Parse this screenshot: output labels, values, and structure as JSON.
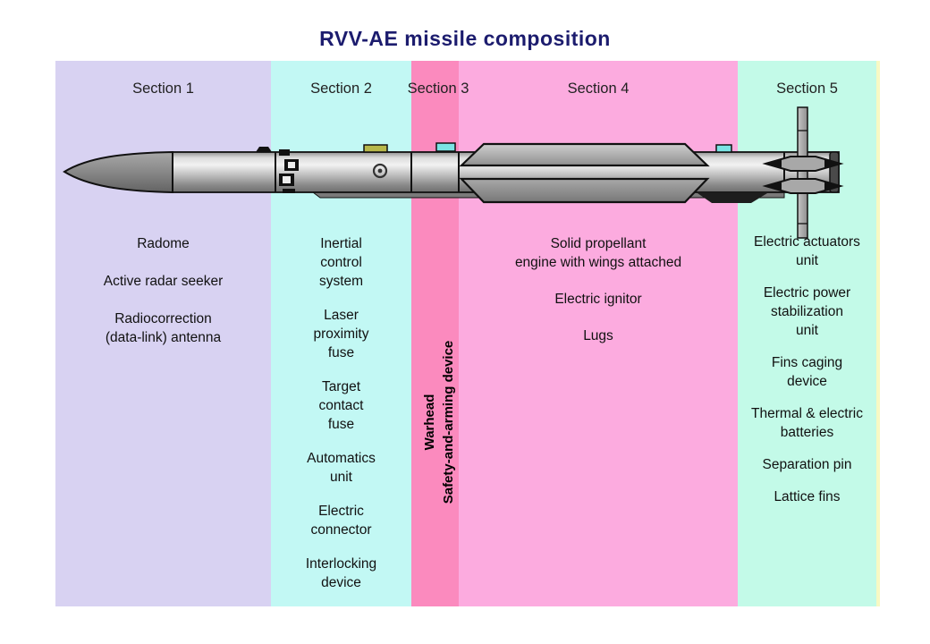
{
  "title": "RVV-AE missile composition",
  "colors": {
    "title_text": "#1c1c6e",
    "section1_band": "#d8d2f2",
    "section2_band": "#c2f8f4",
    "section3_band": "#fb8abe",
    "section4_band": "#fcabdf",
    "section5_band": "#c3fae8",
    "section5_edge_strip": "#f7f9c4",
    "body_text": "#111111",
    "missile_gray": "#b0b0b0"
  },
  "sections": [
    {
      "label": "Section 1",
      "items": [
        "Radome",
        "Active radar seeker",
        "Radiocorrection\n(data-link) antenna"
      ]
    },
    {
      "label": "Section 2",
      "items": [
        "Inertial\ncontrol\nsystem",
        "Laser\nproximity\nfuse",
        "Target\ncontact\nfuse",
        "Automatics\nunit",
        "Electric\nconnector",
        "Interlocking\ndevice"
      ]
    },
    {
      "label": "Section 3",
      "vertical_text": "Warhead\nSafety-and-arming device"
    },
    {
      "label": "Section 4",
      "items": [
        "Solid propellant\nengine with wings attached",
        "Electric ignitor",
        "Lugs"
      ]
    },
    {
      "label": "Section 5",
      "items": [
        "Electric actuators\nunit",
        "Electric power\nstabilization\nunit",
        "Fins caging\ndevice",
        "Thermal & electric\nbatteries",
        "Separation pin",
        "Lattice fins"
      ]
    }
  ]
}
